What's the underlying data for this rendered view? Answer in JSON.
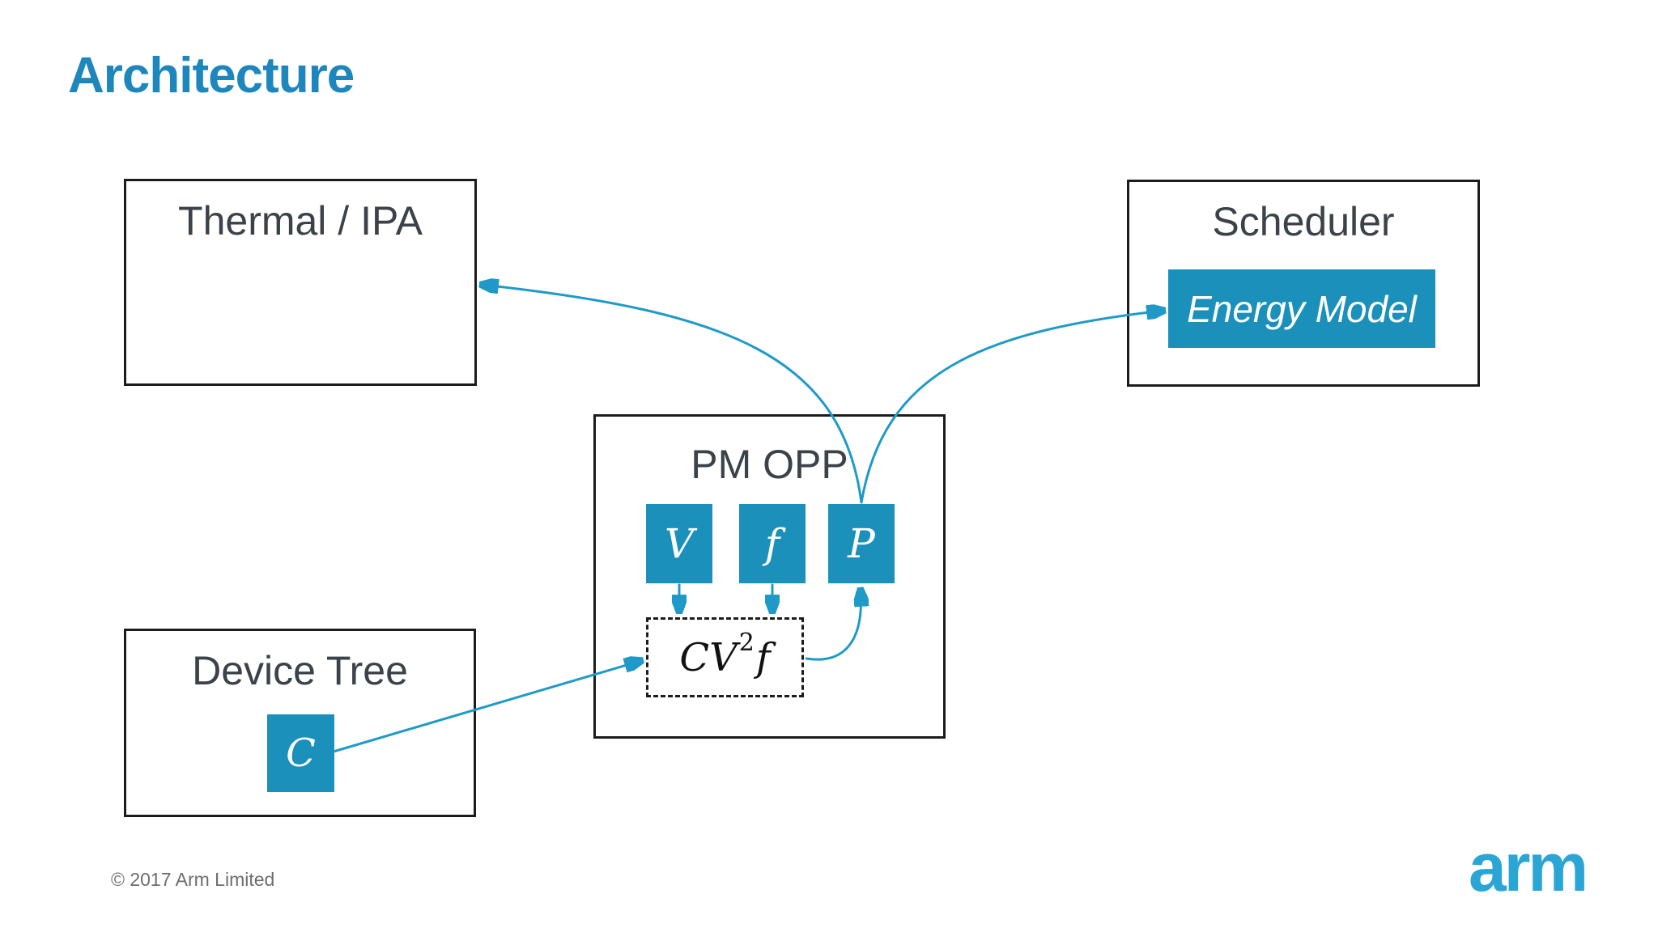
{
  "title": "Architecture",
  "boxes": {
    "thermal": {
      "label": "Thermal / IPA"
    },
    "scheduler": {
      "label": "Scheduler",
      "energy_model_label": "Energy Model"
    },
    "pm_opp": {
      "label": "PM OPP",
      "v_label": "V",
      "f_label": "f",
      "p_label": "P",
      "formula_base": "CV",
      "formula_exponent": "2",
      "formula_suffix": "f"
    },
    "device_tree": {
      "label": "Device Tree",
      "c_label": "C"
    }
  },
  "connections": [
    "P to Thermal / IPA",
    "P to Energy Model",
    "C to CV2f formula",
    "CV2f formula to P",
    "V to CV2f formula",
    "f to CV2f formula"
  ],
  "footer": {
    "copyright": "© 2017 Arm Limited",
    "logo_text": "arm"
  },
  "colors": {
    "heading_blue": "#1d87bd",
    "box_fill_blue": "#1b90ba",
    "arrow_blue": "#1f9ac8",
    "logo_blue": "#2aa5d4",
    "label_dark": "#3b4249",
    "border_dark": "#1c1c1c",
    "copyright_gray": "#6e6e6e",
    "background": "#ffffff"
  }
}
